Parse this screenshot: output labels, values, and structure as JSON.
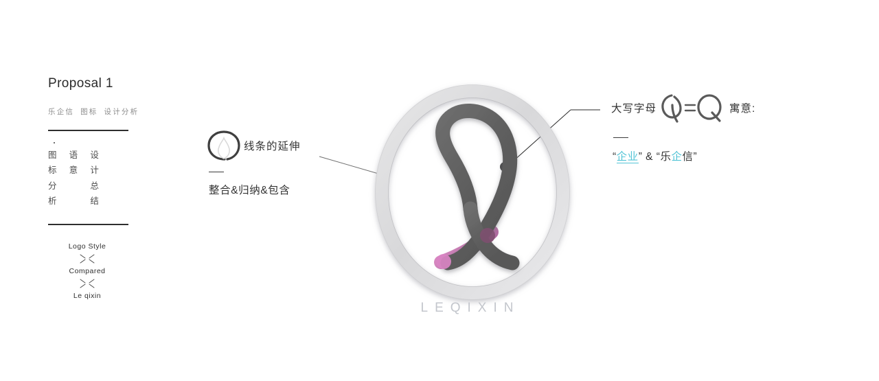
{
  "sidebar": {
    "title": "Proposal 1",
    "nav": [
      "乐企信",
      "图标",
      "设计分析"
    ],
    "glyph_rows": [
      [
        "图",
        "语",
        "设"
      ],
      [
        "标",
        "意",
        "计"
      ],
      [
        "分",
        "",
        "总"
      ],
      [
        "析",
        "",
        "结"
      ]
    ],
    "style_labels": [
      "Logo Style",
      "Compared",
      "Le qixin"
    ],
    "separator_icon": "x-cross-icon"
  },
  "annotation_left": {
    "icon": "mini-logo-ring-icon",
    "heading": "线条的延伸",
    "dash": "—",
    "subtext": "整合&归纳&包含"
  },
  "annotation_right": {
    "label": "大写字母",
    "icon": "q-equals-q-icon",
    "tail": "寓意:",
    "dash": "—",
    "sub_parts": [
      {
        "text": "“",
        "highlight": false
      },
      {
        "text": "企业",
        "highlight": true
      },
      {
        "text": "”  &  “乐",
        "highlight": false
      },
      {
        "text": "企",
        "highlight": true
      },
      {
        "text": "信”",
        "highlight": false
      }
    ],
    "highlight_color": "#53c4d6"
  },
  "logo": {
    "wordmark": "LEQIXIN",
    "outer_ring_color": "#dcdcdd",
    "inner_loop_color": "#666666",
    "accent_color": "#d989c4",
    "wordmark_color": "#c3c6cc",
    "left_marker_color": "#8d8d8d",
    "right_marker_color": "#4a4a4a"
  }
}
